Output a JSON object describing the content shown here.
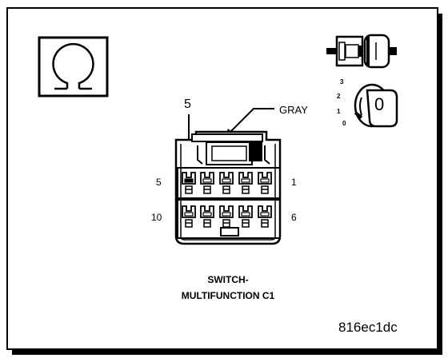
{
  "meter": {
    "icon": "ohm-icon"
  },
  "connector": {
    "color_label": "GRAY",
    "highlight_pin": "5",
    "pin_labels": {
      "top_left": "5",
      "top_right": "1",
      "bottom_left": "10",
      "bottom_right": "6"
    },
    "highlight_color": "#000000"
  },
  "ignition": {
    "icon": "ignition-key-icon",
    "positions": [
      "3",
      "2",
      "1",
      "0"
    ],
    "key_position": "0"
  },
  "plug": {
    "icon": "connector-plug-icon"
  },
  "caption": {
    "line1": "SWITCH-",
    "line2": "MULTIFUNCTION C1"
  },
  "reference_code": "816ec1dc"
}
